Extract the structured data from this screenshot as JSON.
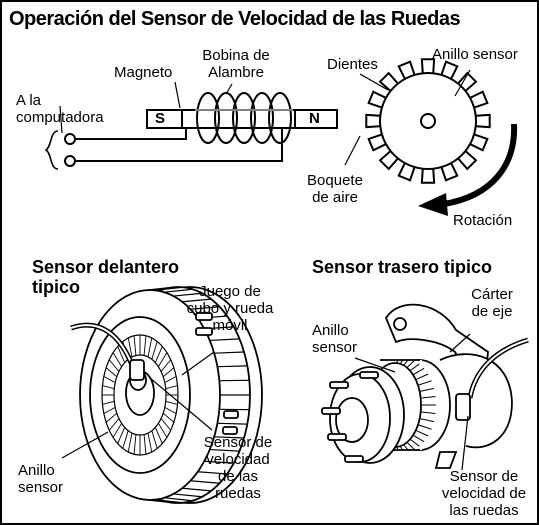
{
  "title": "Operación del Sensor de Velocidad de las Ruedas",
  "top_diagram": {
    "label_magnet": "Magneto",
    "label_coil_line1": "Bobina de",
    "label_coil_line2": "Alambre",
    "label_computer_line1": "A la",
    "label_computer_line2": "computadora",
    "pole_s": "S",
    "pole_n": "N",
    "label_teeth": "Dientes",
    "label_sensor_ring": "Anillo sensor",
    "label_air_gap_line1": "Boquete",
    "label_air_gap_line2": "de aire",
    "label_rotation": "Rotación"
  },
  "front_sensor": {
    "heading_line1": "Sensor delantero",
    "heading_line2": "tipico",
    "label_hub_line1": "Juego de",
    "label_hub_line2": "cubo y rueda",
    "label_hub_line3": "móvil",
    "label_speed_sensor_line1": "Sensor de",
    "label_speed_sensor_line2": "velocidad",
    "label_speed_sensor_line3": "de las",
    "label_speed_sensor_line4": "ruedas",
    "label_ring_line1": "Anillo",
    "label_ring_line2": "sensor"
  },
  "rear_sensor": {
    "heading": "Sensor trasero tipico",
    "label_housing_line1": "Cárter",
    "label_housing_line2": "de eje",
    "label_ring_line1": "Anillo",
    "label_ring_line2": "sensor",
    "label_speed_sensor_line1": "Sensor de",
    "label_speed_sensor_line2": "velocidad de",
    "label_speed_sensor_line3": "las ruedas"
  }
}
